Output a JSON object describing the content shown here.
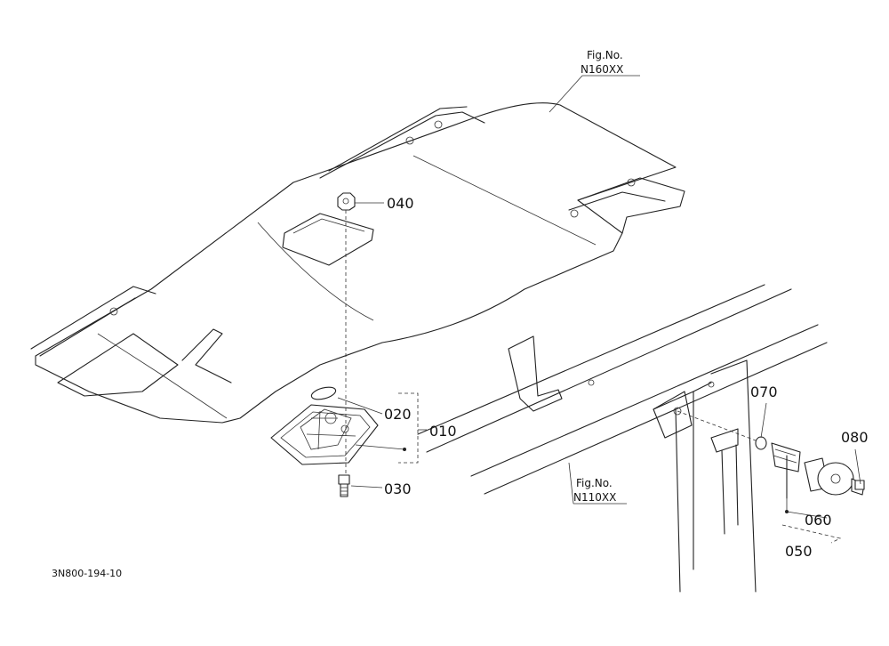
{
  "figure_refs": [
    {
      "label": "Fig.No.",
      "number": "N160XX"
    },
    {
      "label": "Fig.No.",
      "number": "N110XX"
    }
  ],
  "callouts": {
    "p010": "010",
    "p020": "020",
    "p030": "030",
    "p040": "040",
    "p050": "050",
    "p060": "060",
    "p070": "070",
    "p080": "080"
  },
  "drawing_code": "3N800-194-10",
  "colors": {
    "line": "#222222",
    "background": "#ffffff"
  }
}
